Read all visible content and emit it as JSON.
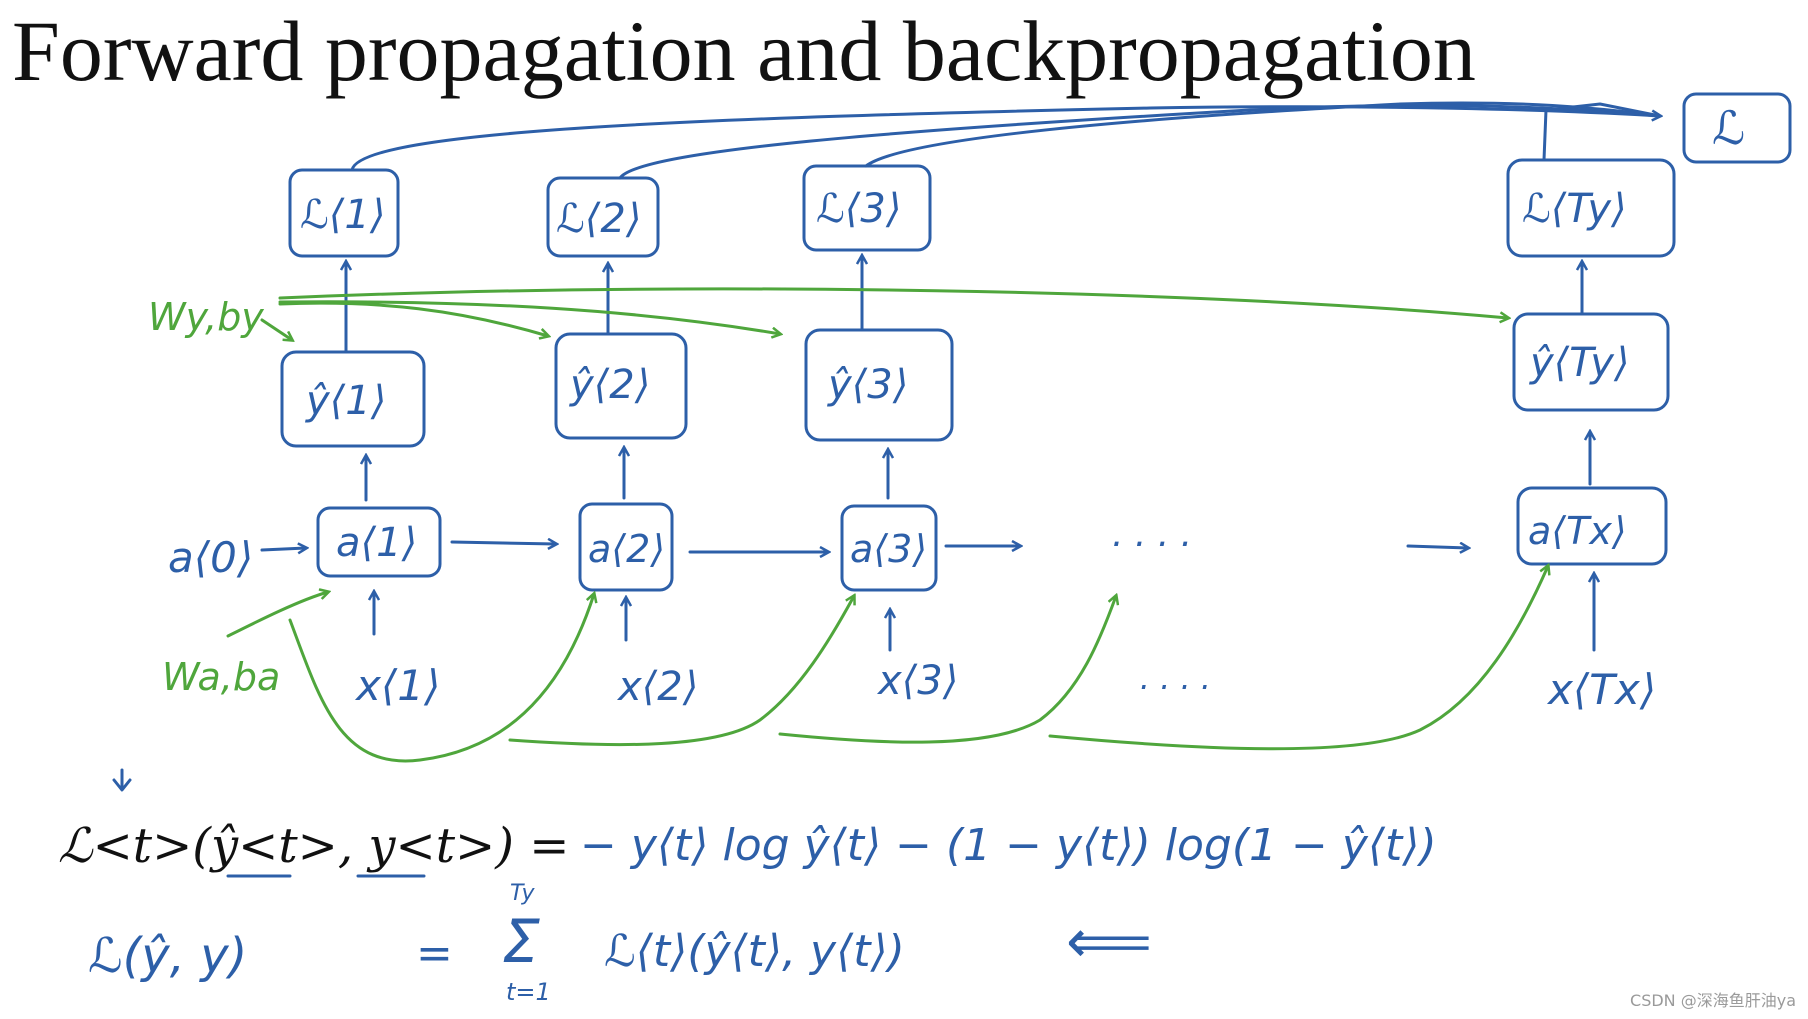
{
  "title": "Forward propagation and backpropagation",
  "labels": {
    "wy_by": "Wy,by",
    "wa_ba": "Wa,ba",
    "a0": "a⟨0⟩",
    "total_loss_box": "ℒ",
    "dots_mid": "· · · ·",
    "dots_low": "· · · ·"
  },
  "timesteps": [
    {
      "loss": "ℒ⟨1⟩",
      "yhat": "ŷ⟨1⟩",
      "act": "a⟨1⟩",
      "x": "x⟨1⟩"
    },
    {
      "loss": "ℒ⟨2⟩",
      "yhat": "ŷ⟨2⟩",
      "act": "a⟨2⟩",
      "x": "x⟨2⟩"
    },
    {
      "loss": "ℒ⟨3⟩",
      "yhat": "ŷ⟨3⟩",
      "act": "a⟨3⟩",
      "x": "x⟨3⟩"
    },
    {
      "loss": "ℒ⟨Ty⟩",
      "yhat": "ŷ⟨Ty⟩",
      "act": "a⟨Tx⟩",
      "x": "x⟨Tx⟩"
    }
  ],
  "equations": {
    "eq1_lhs": "ℒ<t>(ŷ<t>, y<t>) =",
    "eq1_rhs": "− y⟨t⟩ log ŷ⟨t⟩ − (1 − y⟨t⟩) log(1 − ŷ⟨t⟩)",
    "eq2_lhs": "ℒ(ŷ, y)",
    "eq2_eq": "=",
    "eq2_sum_top": "Ty",
    "eq2_sum": "Σ",
    "eq2_sum_bottom": "t=1",
    "eq2_rhs": "ℒ⟨t⟩(ŷ⟨t⟩, y⟨t⟩)",
    "eq2_arrow": "⟸"
  },
  "watermark": "CSDN @深海鱼肝油ya",
  "colors": {
    "forward": "#2d5fa8",
    "params": "#4fa63c",
    "text": "#111111"
  }
}
